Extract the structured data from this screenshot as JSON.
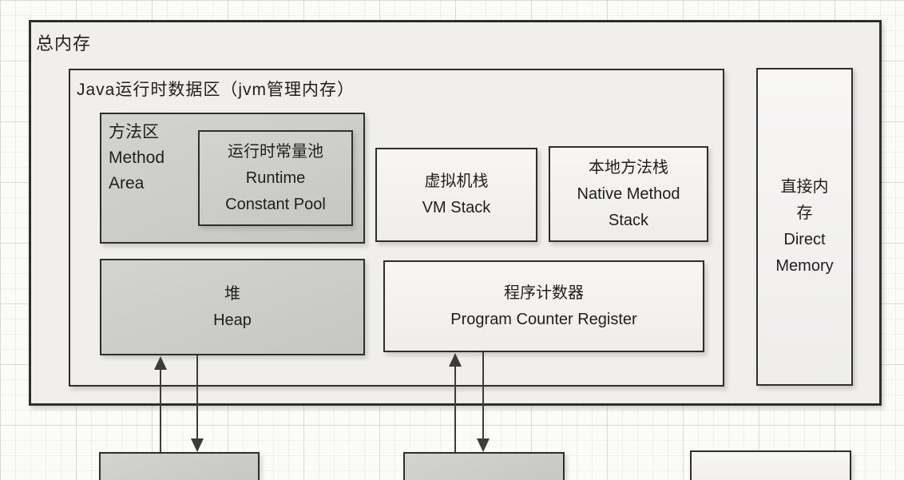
{
  "diagram": {
    "total_memory": {
      "label": "总内存"
    },
    "runtime_area": {
      "label": "Java运行时数据区（jvm管理内存）"
    },
    "method_area": {
      "zh": "方法区",
      "en": "Method Area"
    },
    "constant_pool": {
      "zh": "运行时常量池",
      "en": "Runtime Constant Pool"
    },
    "vm_stack": {
      "zh": "虚拟机栈",
      "en": "VM Stack"
    },
    "native_method_stack": {
      "zh": "本地方法栈",
      "en": "Native Method Stack"
    },
    "heap": {
      "zh": "堆",
      "en": "Heap"
    },
    "program_counter": {
      "zh": "程序计数器",
      "en": "Program Counter Register"
    },
    "direct_memory": {
      "zh": "直接内存",
      "en": "Direct Memory"
    }
  },
  "colors": {
    "border_dark": "#2e2e2e",
    "box_gray": "#cbcbcb",
    "box_light": "#f3f2f1",
    "outer_fill": "#f0efee",
    "arrow": "#3c3c3c",
    "grid_line": "#d9dbe1"
  }
}
